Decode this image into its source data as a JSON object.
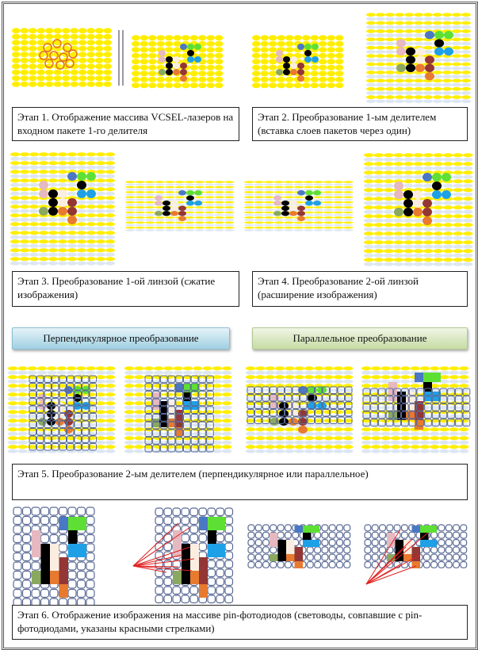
{
  "captions": {
    "stage1": "Этап 1. Отображение массива VCSEL-лазеров на входном пакете 1-го делителя",
    "stage2": "Этап 2. Преобразование  1-ым делителем (вставка слоев пакетов через один)",
    "stage3": "Этап 3. Преобразование  1-ой линзой (сжатие изображения)",
    "stage4": "Этап 4. Преобразование  2-ой линзой (расширение изображения)",
    "stage5": "Этап 5. Преобразование  2-ым делителем (перпендикулярное или параллельное)",
    "stage6": "Этап 6. Отображение изображения на массиве pin-фотодиодов (световоды, совпавшие с pin-фотодиодами, указаны красными стрелками)"
  },
  "banners": {
    "perpendicular": "Перпендикулярное преобразование",
    "parallel": "Параллельное преобразование"
  },
  "colors": {
    "yellow": "#ffee00",
    "light_blue": "#dde6f2",
    "grid": "#5a6a95",
    "arrow": "#e02020",
    "banner_blue": "#9fd0e2",
    "banner_green": "#c6dca4",
    "pixels": {
      "b": "#4a78c4",
      "g": "#5de033",
      "p": "#e6b8c0",
      "k": "#000000",
      "w": "#fbeee0",
      "c": "#1ea0e6",
      "r": "#943634",
      "o": "#e87a30",
      "v": "#8aa860"
    }
  }
}
